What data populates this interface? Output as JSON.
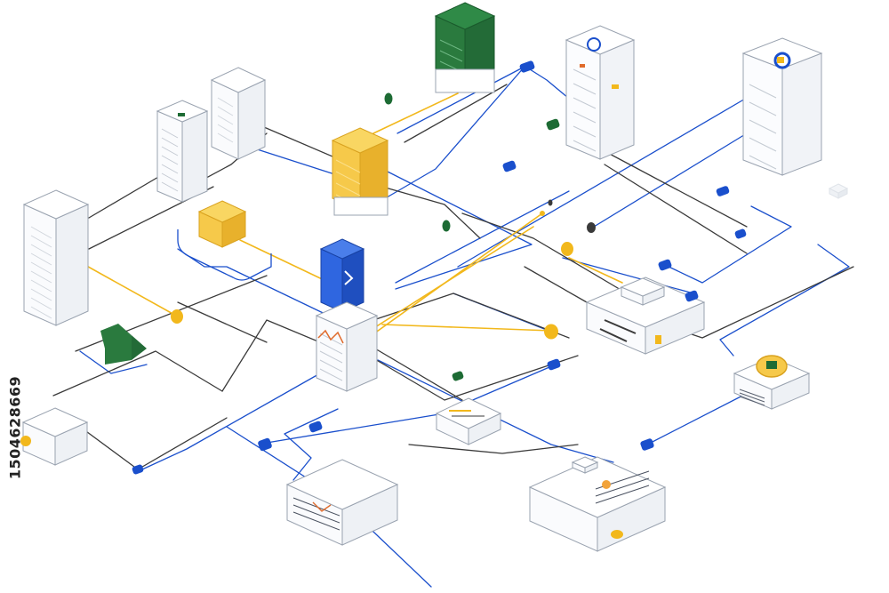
{
  "colors": {
    "blue": "#1a4fcc",
    "dark": "#3a3a3a",
    "yellow": "#f2b81c",
    "green": "#1d6b34",
    "outline": "#9aa3b0",
    "box_fill": "#ffffff",
    "box_side": "#eef1f5",
    "server_fill": "#f7f8fb",
    "yellow_block": "#f6c94a",
    "blue_block": "#2f66e0",
    "green_block": "#2a7a3e"
  },
  "side_text": "1504628669",
  "nodes": {
    "green_server": "server-stack",
    "top_rack": "server-rack",
    "right_rack": "server-rack",
    "white_tower": "server-tower",
    "small_rack": "server-rack",
    "left_tower": "server-tower",
    "yellow_stack": "database-stack",
    "yellow_cube": "storage-cube",
    "blue_block": "compute-node",
    "center_rack": "server-rack",
    "monitor_card": "dashboard-panel",
    "coin_card": "billing-panel",
    "router": "router",
    "bottom_card": "terminal-panel",
    "left_box": "device",
    "bottom_left_card": "log-panel",
    "green_flag": "flag"
  }
}
